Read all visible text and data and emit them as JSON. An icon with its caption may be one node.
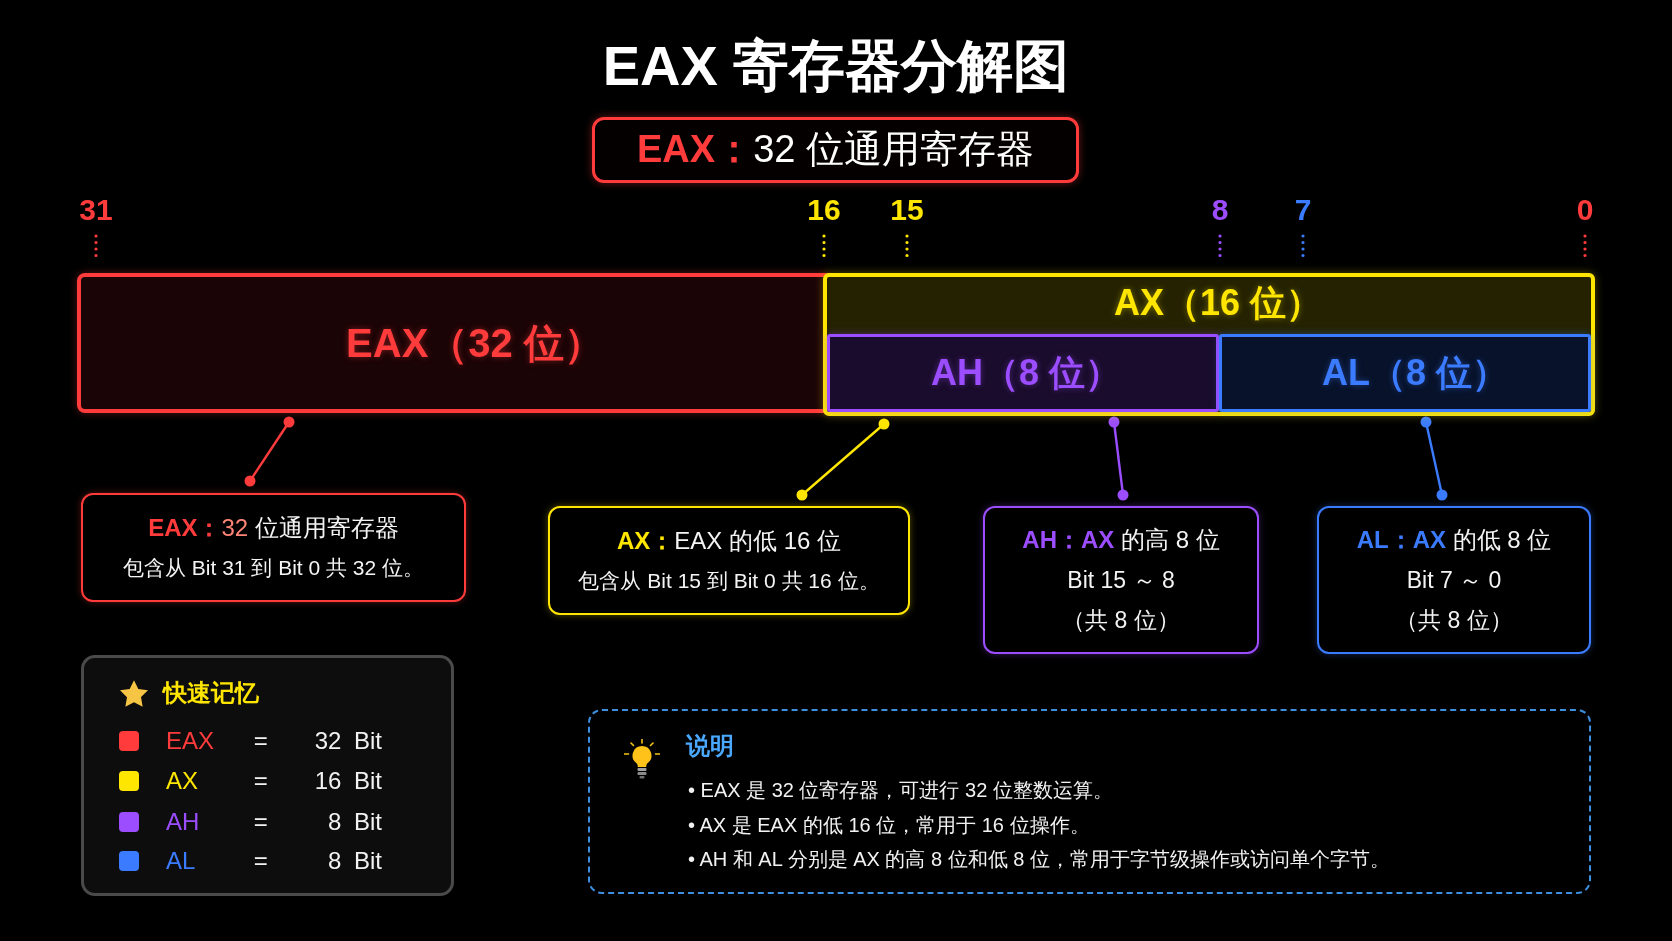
{
  "diagram": {
    "title": "EAX 寄存器分解图",
    "nodes": [
      {
        "text": [
          "**EAX：**32 位通用寄存器"
        ]
      },
      {
        "text": [
          "EAX（32 位）"
        ]
      },
      {
        "text": [
          "AX（16 位）"
        ]
      },
      {
        "text": [
          "AH（8 位）"
        ],
        "in": 2
      },
      {
        "text": [
          "AL（8 位）"
        ],
        "in": 2
      },
      {
        "text": [
          "**EAX：****32** 位通用寄存器",
          "包含从 Bit 31 到 Bit 0 共 32 位。"
        ]
      },
      {
        "text": [
          "**AX：**EAX 的低 16 位",
          "包含从 Bit 15 到 Bit 0 共 16 位。"
        ]
      },
      {
        "text": [
          "**AH：AX** 的高 8 位",
          "Bit 15 ～ 8",
          "（共 8 位）"
        ]
      },
      {
        "text": [
          "**AL：AX** 的低 8 位",
          "Bit 7 ～ 0",
          "（共 8 位）"
        ]
      },
      {
        "text": [
          "快速记忆"
        ]
      },
      {
        "text": [
          "说明",
          "• EAX 是 32 位寄存器，可进行 32 位整数运算。",
          "• AX 是 EAX 的低 16 位，常用于 16 位操作。",
          "• AH 和 AL 分别是 AX 的高 8 位和低 8 位，常用于字节级操作或访问单个字节。"
        ]
      }
    ],
    "edges": [
      {
        "from": 5,
        "to": 1,
        "arrow": "other",
        "color": "#ff3b3b"
      },
      {
        "from": 6,
        "to": 2,
        "arrow": "other",
        "color": "#ffe600"
      },
      {
        "from": 7,
        "to": 3,
        "arrow": "other",
        "color": "#9b4dff"
      },
      {
        "from": 8,
        "to": 4,
        "arrow": "other",
        "color": "#3b7bff"
      }
    ],
    "labels": [
      "31",
      "16",
      "15",
      "8",
      "7",
      "0"
    ],
    "legend": [
      {
        "text": "EAX = 32 Bit",
        "color": "#ff3b3b"
      },
      {
        "text": "AX = 16 Bit",
        "color": "#ffe600"
      },
      {
        "text": "AH = 8 Bit",
        "color": "#9b4dff"
      },
      {
        "text": "AL = 8 Bit",
        "color": "#3b7bff"
      }
    ]
  }
}
